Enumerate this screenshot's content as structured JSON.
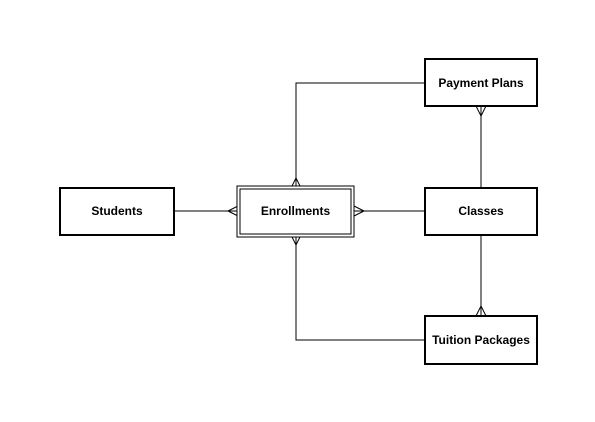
{
  "diagram": {
    "entities": {
      "students": {
        "label": "Students"
      },
      "enrollments": {
        "label": "Enrollments",
        "kind": "weak"
      },
      "classes": {
        "label": "Classes"
      },
      "payment_plans": {
        "label": "Payment Plans"
      },
      "tuition_packages": {
        "label": "Tuition Packages"
      }
    },
    "relationships": [
      {
        "from": "Students",
        "to": "Enrollments",
        "cardinality": "one-to-many"
      },
      {
        "from": "Classes",
        "to": "Enrollments",
        "cardinality": "one-to-many"
      },
      {
        "from": "Payment Plans",
        "to": "Enrollments",
        "cardinality": "one-to-many"
      },
      {
        "from": "Tuition Packages",
        "to": "Enrollments",
        "cardinality": "one-to-many"
      },
      {
        "from": "Classes",
        "to": "Payment Plans",
        "cardinality": "one-to-many"
      },
      {
        "from": "Classes",
        "to": "Tuition Packages",
        "cardinality": "one-to-many"
      }
    ]
  }
}
